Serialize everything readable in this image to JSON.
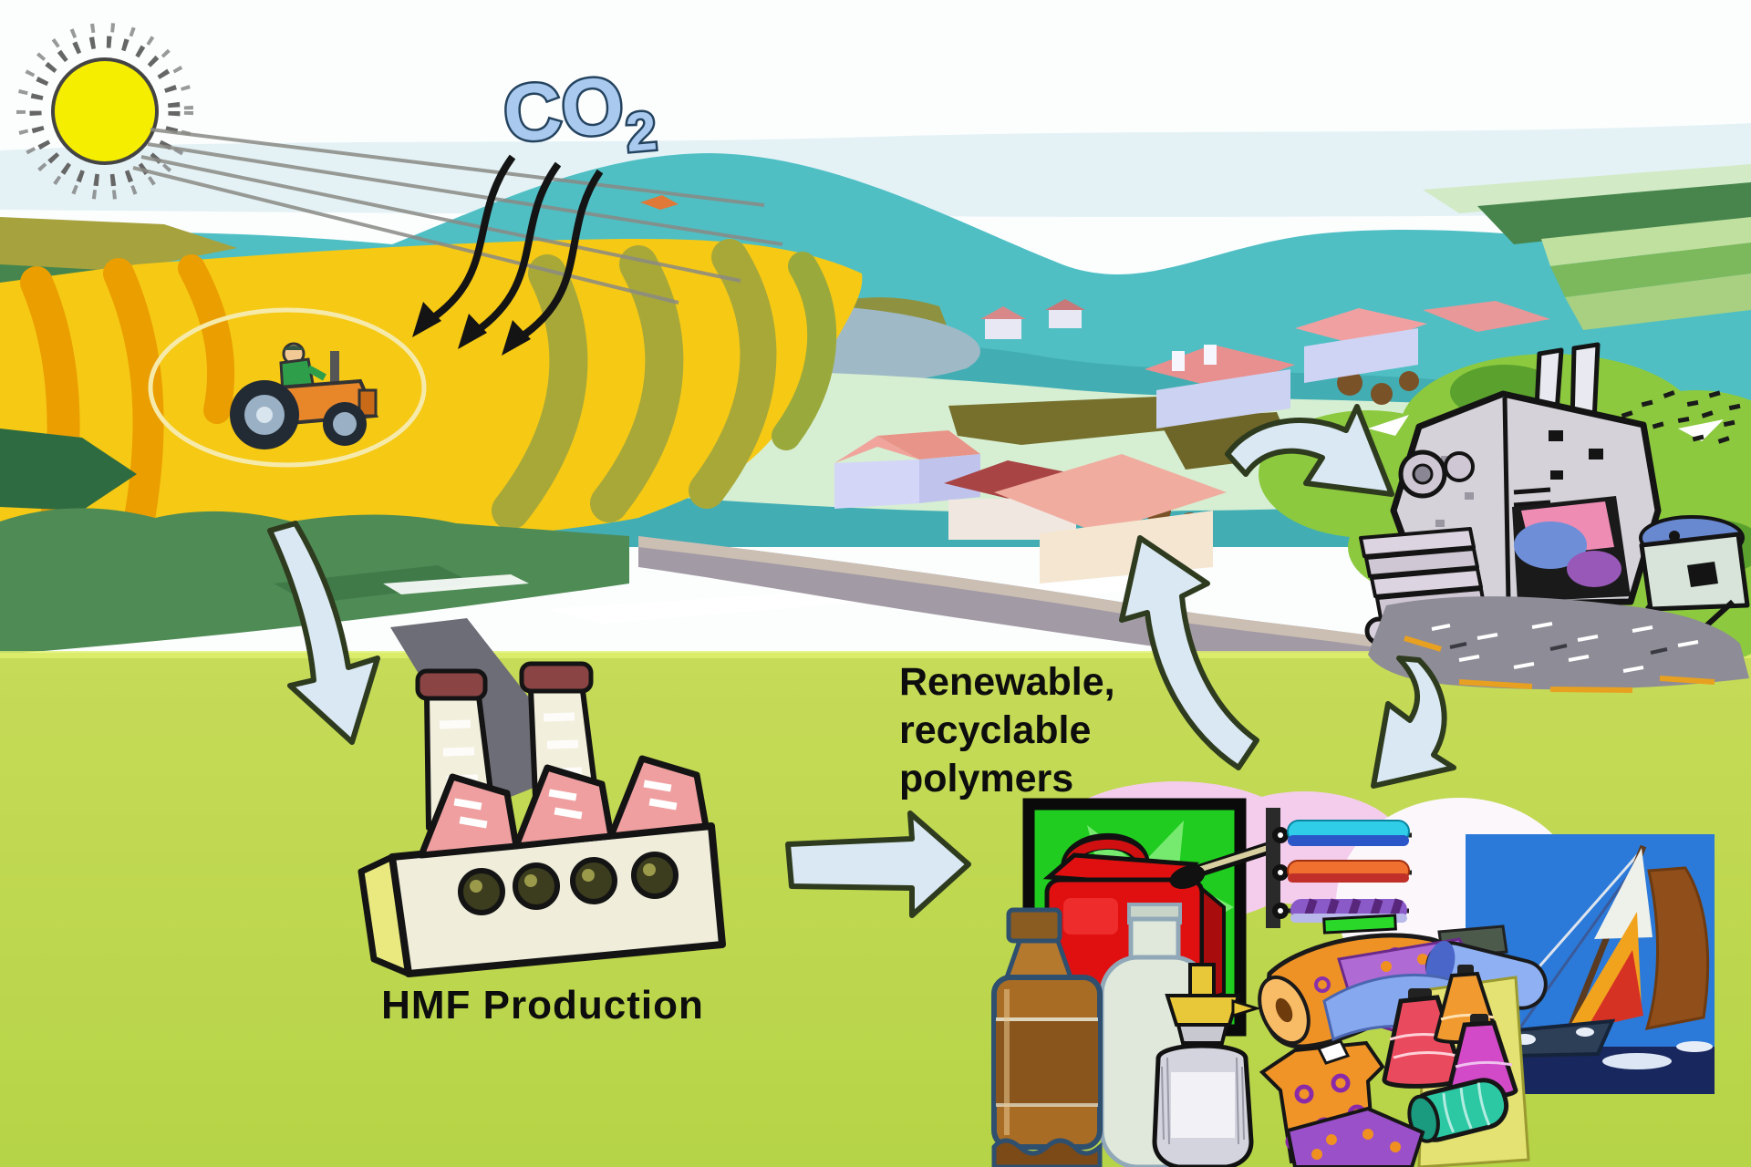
{
  "title": "Renewable HMF polymer cycle diagram",
  "labels": {
    "co2_main": "CO",
    "co2_sub": "2",
    "hmf": "HMF Production",
    "polymers_lines": [
      "Renewable,",
      "recyclable",
      "polymers"
    ]
  },
  "colors": {
    "sky_white": "#fcfefe",
    "sky_band_blue": "#e4f2f6",
    "mountain_teal": "#4fbfc4",
    "mountain_shade_teal": "#3faab0",
    "lake_gray_blue": "#9fb9c6",
    "field_yellow": "#f6c915",
    "field_stripe_orange": "#ea9e00",
    "field_stripe_olive": "#a8a838",
    "dark_green_hill": "#4f8b55",
    "bright_bush_green": "#8cc93e",
    "lower_ground_green_top": "#c6db58",
    "lower_ground_green_bottom": "#b6d447",
    "road_gray": "#a29aa4",
    "arrow_fill_blue": "#d9e8f2",
    "arrow_outline": "#2e3b1e",
    "co2_text_blue": "#a9c9ee",
    "co2_text_outline": "#24435f",
    "label_text_black": "#0d0d0d",
    "factory_cream": "#f0eedb",
    "factory_roof_pink": "#ef9f9f",
    "factory_chimney_cap_maroon": "#8a4444",
    "recycling_gray": "#d6d2da",
    "house_roof_salmon": "#f0ac9e",
    "house_wall_lavender": "#d0d4f4",
    "green_frame": "#1fcc1f",
    "fuel_can_red": "#e01010",
    "bottle_amber": "#a96c24",
    "spray_bottle_silver": "#d4d4de",
    "spray_pump_yellow": "#e8c838",
    "textile_cyan": "#30cde8",
    "textile_orange": "#f07030",
    "textile_purple": "#8a5ac8",
    "fabric_roll_orange": "#ef9226",
    "spool_red": "#ea4a5e",
    "spool_magenta": "#d24ac8",
    "spool_teal": "#2cc8a4",
    "sailboat_sky_blue": "#2b7ad9",
    "sailboat_sea_navy": "#19275f"
  },
  "scene": {
    "elements": [
      {
        "name": "sun",
        "desc": "yellow sun with dashed rays shining on crop field"
      },
      {
        "name": "co2-emission",
        "desc": "CO2 label with three wavy arrows absorbed by the field"
      },
      {
        "name": "crop-field",
        "desc": "yellow striped biomass field"
      },
      {
        "name": "tractor",
        "desc": "farmer on orange tractor harvesting biomass"
      },
      {
        "name": "village",
        "desc": "countryside houses with pink roofs and lake"
      },
      {
        "name": "recycling-plant",
        "desc": "grey recycling / waste facility with carts and rubble"
      },
      {
        "name": "hmf-factory",
        "desc": "cream factory with pink sawtooth roof and two striped chimneys"
      },
      {
        "name": "arrow-field-to-factory",
        "desc": "biomass goes to HMF production"
      },
      {
        "name": "arrow-factory-to-products",
        "desc": "HMF converted into polymer products"
      },
      {
        "name": "arrow-products-to-village",
        "desc": "products used by consumers"
      },
      {
        "name": "arrow-village-to-recycling",
        "desc": "used goods collected for recycling"
      },
      {
        "name": "arrow-recycling-to-products",
        "desc": "recycled material returns to products"
      },
      {
        "name": "products",
        "desc": "fuel can, soda bottle, spray bottle, textile rolls, thread spools, clothing, sailboat"
      }
    ]
  }
}
